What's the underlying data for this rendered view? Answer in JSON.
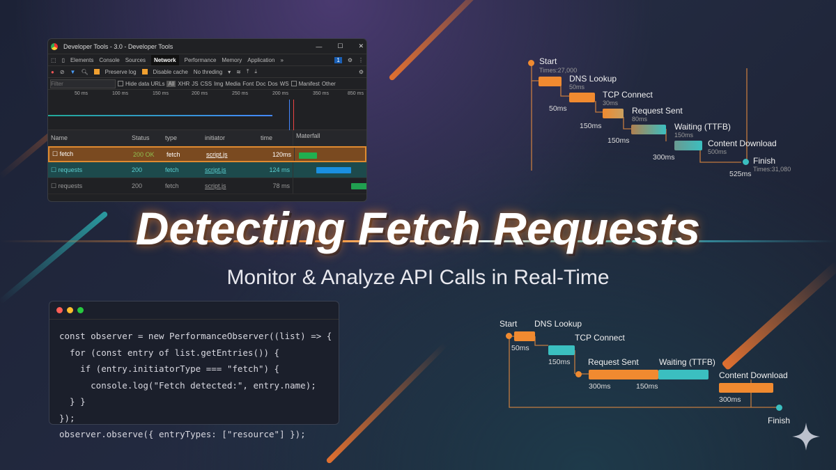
{
  "colors": {
    "orange": "#f08a30",
    "teal": "#3bbfc0",
    "blue": "#1a8fe0",
    "green": "#20b050"
  },
  "devtools": {
    "title": "Developer Tools - 3.0 - Developer Tools",
    "tabs": [
      "Elements",
      "Console",
      "Sources",
      "Network",
      "Performance",
      "Memory",
      "Application",
      "»"
    ],
    "active_tab": "Network",
    "issues_badge": "1",
    "toolbar": {
      "preserve_log": "Preserve log",
      "disable_cache": "Disable cache",
      "throttling": "No threding"
    },
    "filter_placeholder": "Filter",
    "hide_data_urls": "Hide data URLs",
    "filter_types": [
      "All",
      "XHR",
      "JS",
      "CSS",
      "Img",
      "Media",
      "Font",
      "Doc",
      "Dos",
      "WS"
    ],
    "manifest": "Manifest",
    "other": "Other",
    "ticks": [
      "50 ms",
      "100 ms",
      "150 ms",
      "200 ms",
      "250 ms",
      "200 ms",
      "350 ms",
      "850 ms"
    ],
    "columns": [
      "Name",
      "Status",
      "type",
      "initiator",
      "time",
      "Materfall"
    ],
    "rows": [
      {
        "name": "fetch",
        "status": "200 OK",
        "type": "fetch",
        "initiator": "script.js",
        "time": "120ms"
      },
      {
        "name": "requests",
        "status": "200",
        "type": "fetch",
        "initiator": "script.js",
        "time": "124 ms"
      },
      {
        "name": "requests",
        "status": "200",
        "type": "fetch",
        "initiator": "script.js",
        "time": "78 ms"
      }
    ]
  },
  "headline": {
    "title": "Detecting Fetch Requests",
    "subtitle": "Monitor & Analyze API Calls in Real-Time"
  },
  "code": {
    "lines": [
      "const observer = new PerformanceObserver((list) => {",
      "  for (const entry of list.getEntries()) {",
      "    if (entry.initiatorType === \"fetch\") {",
      "      console.log(\"Fetch detected:\", entry.name);",
      "  } }",
      "});",
      "observer.observe({ entryTypes: [\"resource\"] });"
    ]
  },
  "diagram_top": {
    "start": "Start",
    "start_time": "Times:27,000",
    "steps": [
      {
        "label": "DNS Lookup",
        "sub": "50ms",
        "offset": "50ms"
      },
      {
        "label": "TCP Connect",
        "sub": "30ms",
        "offset": "150ms"
      },
      {
        "label": "Request Sent",
        "sub": "80ms",
        "offset": "150ms"
      },
      {
        "label": "Waiting (TTFB)",
        "sub": "150ms",
        "offset": "300ms"
      },
      {
        "label": "Content Download",
        "sub": "500ms",
        "offset": "525ms"
      }
    ],
    "finish": "Finish",
    "finish_time": "Times:31,080"
  },
  "diagram_bottom": {
    "start": "Start",
    "labels": [
      "DNS Lookup",
      "TCP Connect",
      "Request Sent",
      "Waiting (TTFB)",
      "Content Download"
    ],
    "durations": [
      "50ms",
      "150ms",
      "300ms",
      "150ms",
      "300ms"
    ],
    "finish": "Finish"
  }
}
